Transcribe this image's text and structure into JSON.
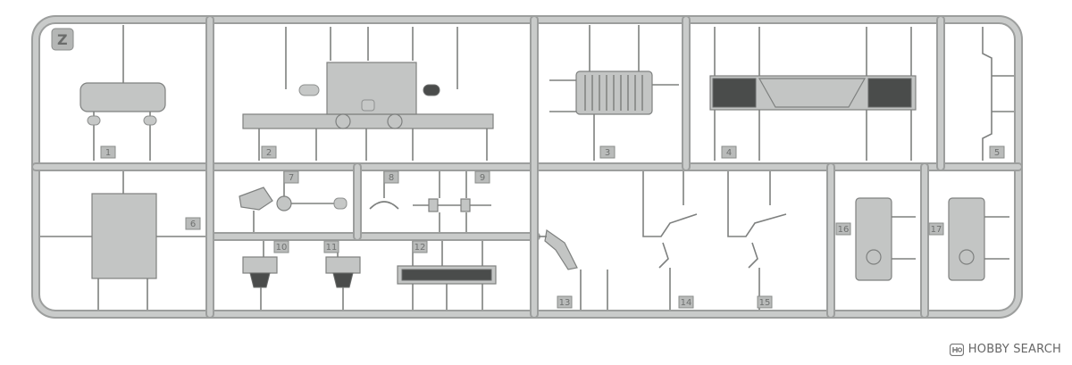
{
  "frame_id": "Z",
  "part_numbers": [
    "1",
    "2",
    "3",
    "4",
    "5",
    "6",
    "7",
    "8",
    "9",
    "10",
    "11",
    "12",
    "13",
    "14",
    "15",
    "16",
    "17"
  ],
  "watermark": {
    "text": "HOBBY SEARCH",
    "logo": "hobby-search-logo"
  },
  "colors": {
    "plastic": "#c3c5c4",
    "runner": "#9c9e9d",
    "shadow_parts": "#4a4c4b"
  }
}
